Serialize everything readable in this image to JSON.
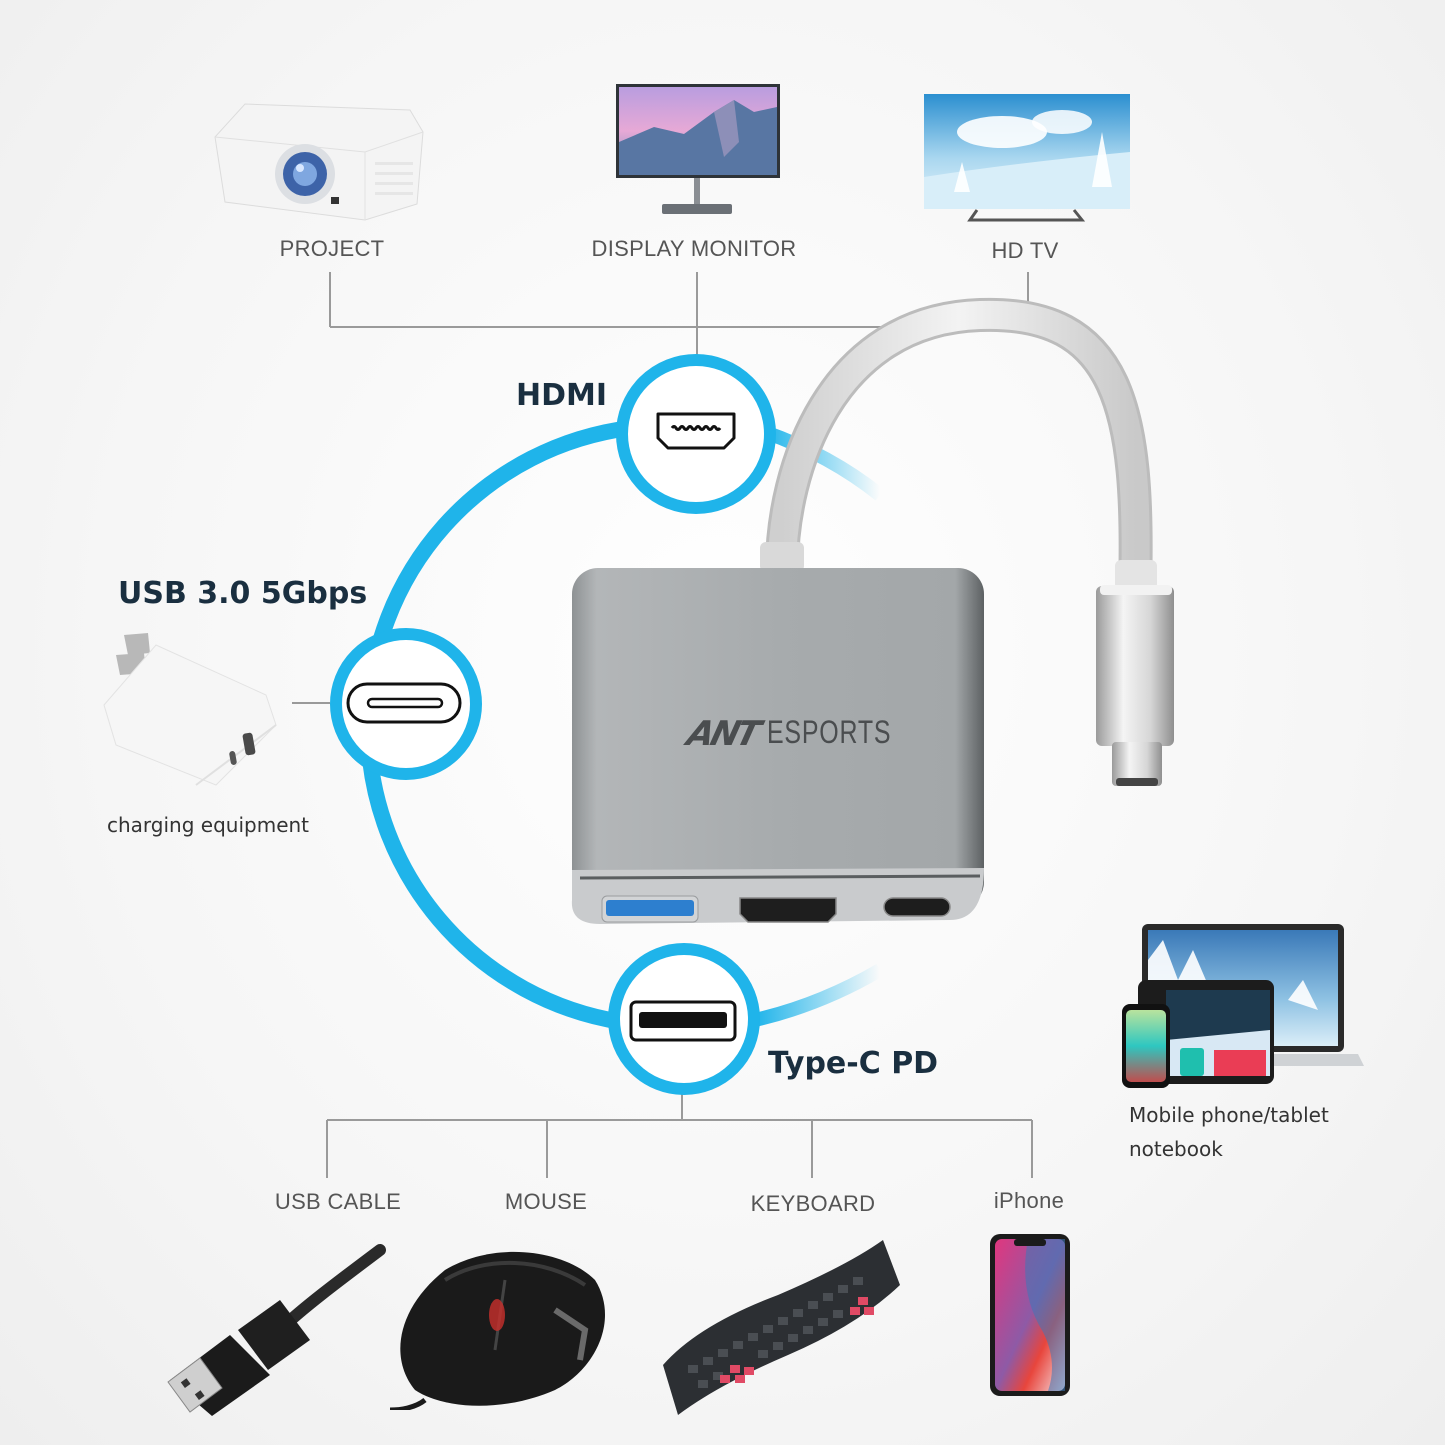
{
  "top_devices": [
    {
      "label": "PROJECT",
      "icon": "projector-icon"
    },
    {
      "label": "DISPLAY MONITOR",
      "icon": "monitor-icon"
    },
    {
      "label": "HD TV",
      "icon": "tv-icon"
    }
  ],
  "ports": {
    "hdmi": {
      "label": "HDMI",
      "icon": "hdmi-port-icon"
    },
    "usb3": {
      "label": "USB 3.0  5Gbps",
      "icon": "usb-c-port-icon"
    },
    "typec": {
      "label": "Type-C PD",
      "icon": "usb-a-port-icon"
    }
  },
  "charger": {
    "label": "charging equipment",
    "icon": "charger-icon"
  },
  "mobile": {
    "line1": "Mobile phone/tablet",
    "line2": "notebook",
    "icon": "devices-icon"
  },
  "hub": {
    "brand_mark": "ANT",
    "brand_name": "ESPORTS",
    "icon": "usb-c-hub-icon"
  },
  "bottom_devices": [
    {
      "label": "USB CABLE",
      "icon": "usb-cable-icon"
    },
    {
      "label": "MOUSE",
      "icon": "mouse-icon"
    },
    {
      "label": "KEYBOARD",
      "icon": "keyboard-icon"
    },
    {
      "label": "iPhone",
      "icon": "iphone-icon"
    }
  ],
  "colors": {
    "accent_blue": "#1fb4ea",
    "label_dark": "#1a2f40",
    "connector_gray": "#9a9a9a",
    "hub_gray": "#a9adaf"
  }
}
